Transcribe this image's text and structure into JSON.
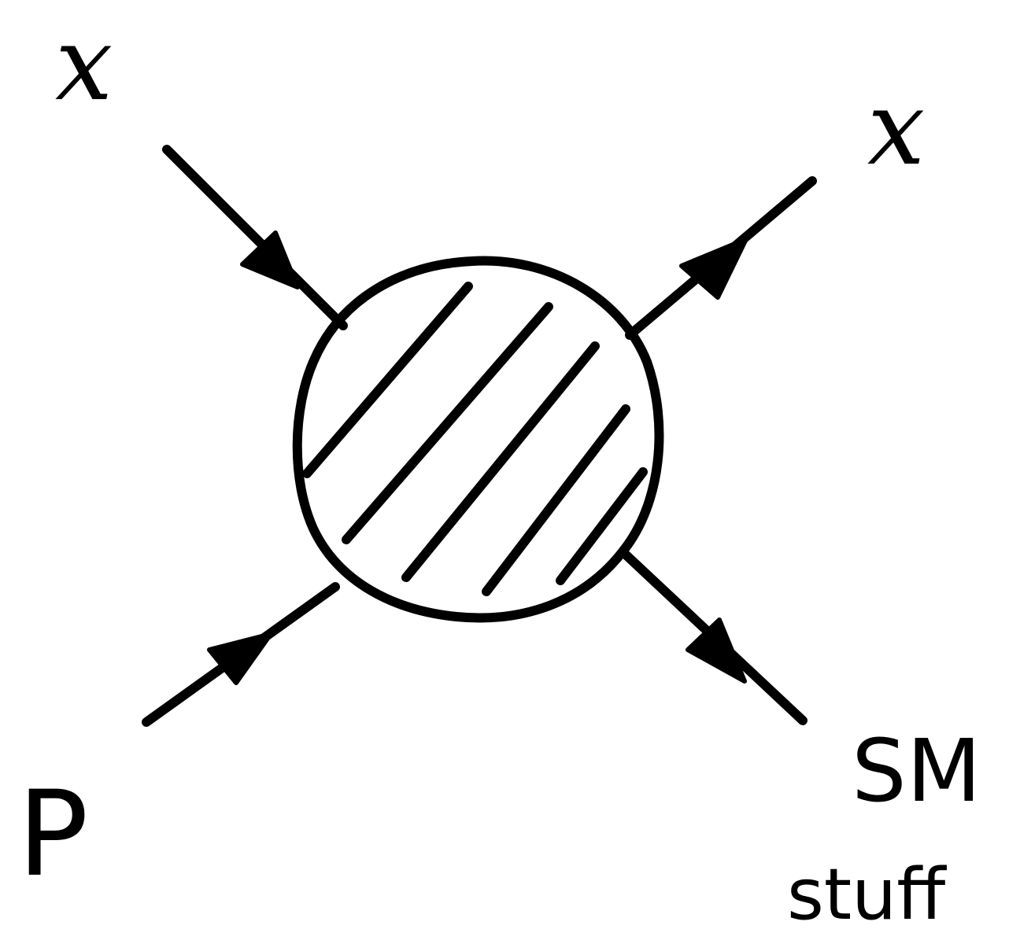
{
  "labels": {
    "top_left": "x",
    "top_right": "x",
    "bottom_left": "P",
    "bottom_right": "SM",
    "bottom_right_sub": "stuff"
  },
  "colors": {
    "ink": "#000000",
    "paper": "#ffffff"
  }
}
